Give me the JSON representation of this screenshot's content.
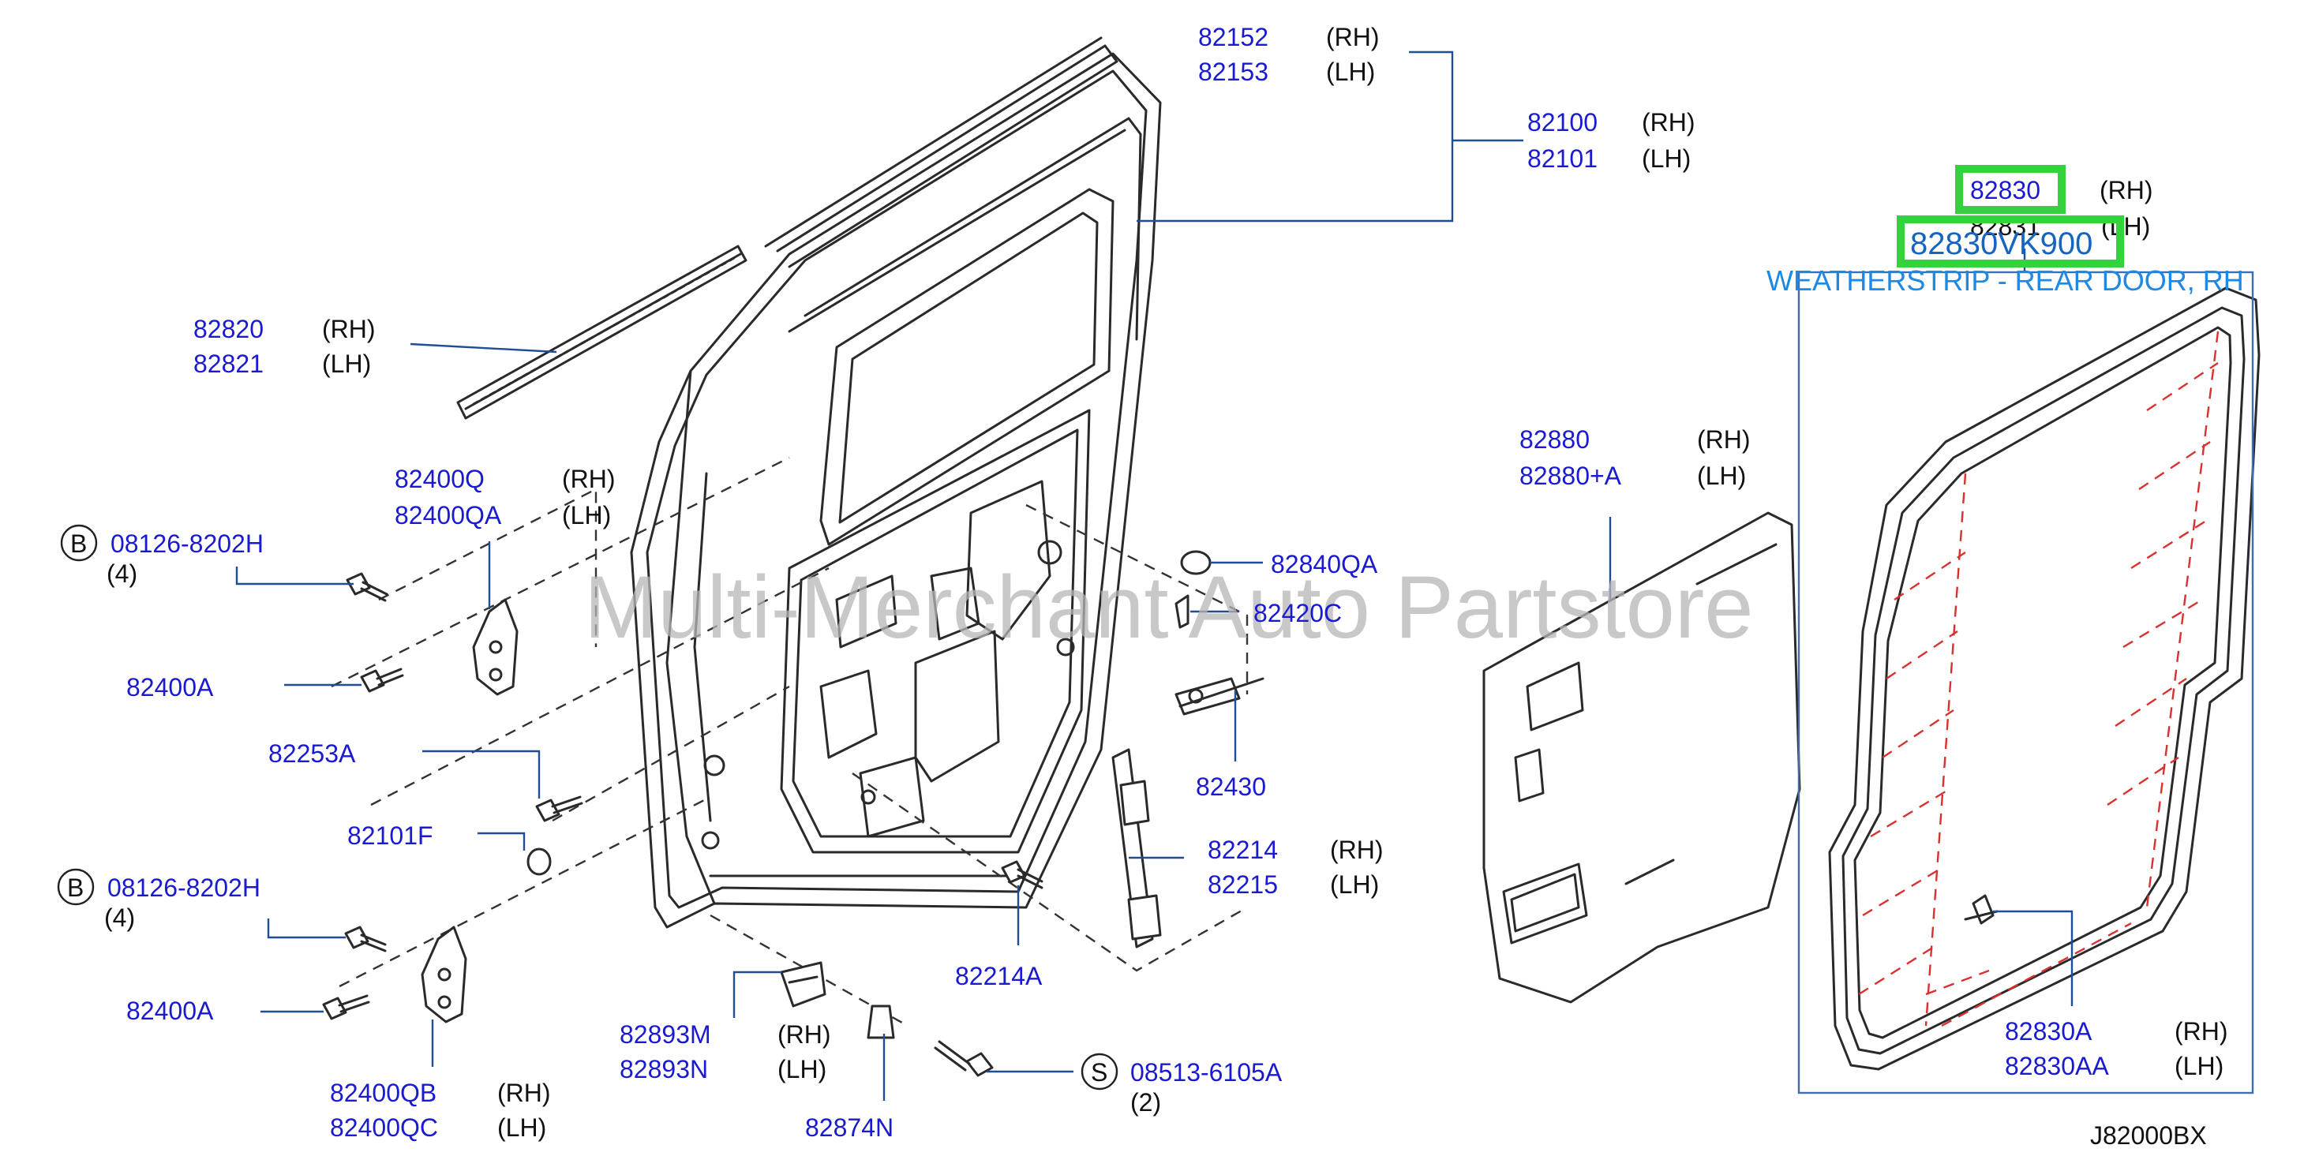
{
  "diagram_ref": "J82000BX",
  "watermark": "Multi-Merchant Auto Partstore",
  "side_rh": "(RH)",
  "side_lh": "(LH)",
  "callout_b": "B",
  "callout_s": "S",
  "highlight_part": "82830VK900",
  "highlight_desc": "WEATHERSTRIP - REAR DOOR, RH",
  "parts": {
    "p82152": "82152",
    "p82153": "82153",
    "p82100": "82100",
    "p82101": "82101",
    "p82820": "82820",
    "p82821": "82821",
    "p82400Q": "82400Q",
    "p82400QA": "82400QA",
    "p08126a": "08126-8202H",
    "p08126a_qty": "(4)",
    "p82400A_1": "82400A",
    "p82253A": "82253A",
    "p82101F": "82101F",
    "p08126b": "08126-8202H",
    "p08126b_qty": "(4)",
    "p82400A_2": "82400A",
    "p82400QB": "82400QB",
    "p82400QC": "82400QC",
    "p82893M": "82893M",
    "p82893N": "82893N",
    "p82874N": "82874N",
    "p08513": "08513-6105A",
    "p08513_qty": "(2)",
    "p82214A": "82214A",
    "p82214": "82214",
    "p82215": "82215",
    "p82430": "82430",
    "p82420C": "82420C",
    "p82840QA": "82840QA",
    "p82880": "82880",
    "p82880A": "82880+A",
    "p82830": "82830",
    "p82831": "82831",
    "p82830A": "82830A",
    "p82830AA": "82830AA"
  }
}
